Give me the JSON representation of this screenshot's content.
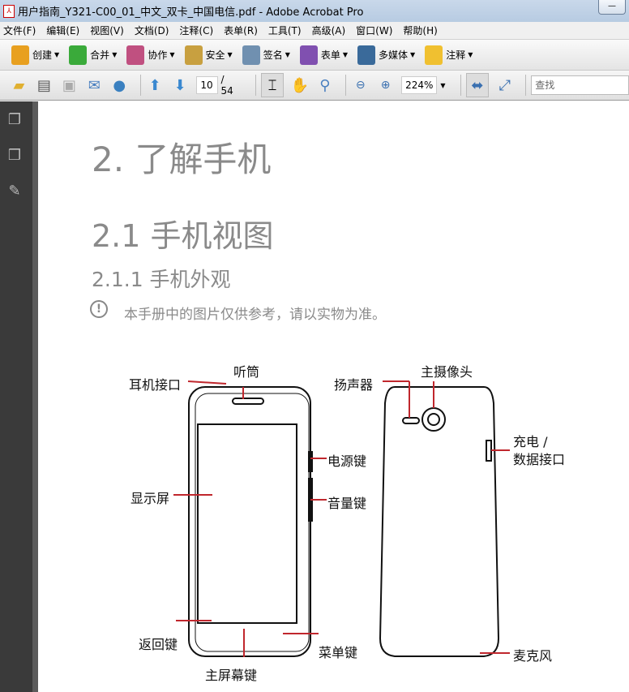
{
  "window": {
    "title": "用户指南_Y321-C00_01_中文_双卡_中国电信.pdf - Adobe Acrobat Pro",
    "minimize": "—"
  },
  "menu": [
    "文件(F)",
    "编辑(E)",
    "视图(V)",
    "文档(D)",
    "注释(C)",
    "表单(R)",
    "工具(T)",
    "高级(A)",
    "窗口(W)",
    "帮助(H)"
  ],
  "toolbar1": [
    {
      "label": "创建",
      "color": "#e8a020"
    },
    {
      "label": "合并",
      "color": "#3aaa3a"
    },
    {
      "label": "协作",
      "color": "#c05080"
    },
    {
      "label": "安全",
      "color": "#c8a040"
    },
    {
      "label": "签名",
      "color": "#7090b0"
    },
    {
      "label": "表单",
      "color": "#8050b0"
    },
    {
      "label": "多媒体",
      "color": "#3a6a9a"
    },
    {
      "label": "注释",
      "color": "#f0c030"
    }
  ],
  "toolbar2": {
    "current_page": "10",
    "total_pages": "/ 54",
    "zoom": "224%",
    "find_placeholder": "查找"
  },
  "doc": {
    "h1": "2. 了解手机",
    "h2": "2.1 手机视图",
    "h3": "2.1.1 手机外观",
    "note": "本手册中的图片仅供参考，请以实物为准。",
    "note_icon": "!"
  },
  "labels": {
    "earphone": "耳机接口",
    "receiver": "听筒",
    "display": "显示屏",
    "power": "电源键",
    "volume": "音量键",
    "back": "返回键",
    "home": "主屏幕键",
    "menu": "菜单键",
    "speaker": "扬声器",
    "camera": "主摄像头",
    "charge1": "充电 /",
    "charge2": "数据接口",
    "mic": "麦克风"
  }
}
